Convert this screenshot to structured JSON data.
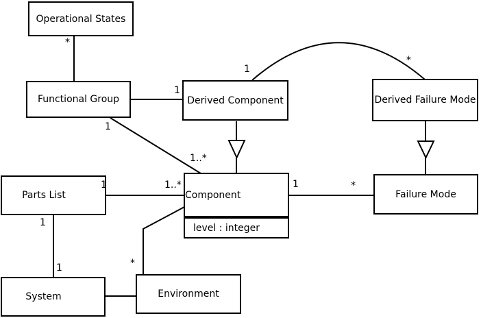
{
  "diagram": {
    "type": "uml-class-diagram",
    "colors": {
      "background": "#ffffff",
      "line": "#000000",
      "text": "#000000"
    },
    "nodes": {
      "operational_states": {
        "label": "Operational States"
      },
      "functional_group": {
        "label": "Functional Group"
      },
      "derived_component": {
        "label": "Derived Component"
      },
      "derived_failure_mode": {
        "label": "Derived Failure Mode"
      },
      "parts_list": {
        "label": "Parts List"
      },
      "component": {
        "label": "Component",
        "attributes": [
          "level : integer"
        ]
      },
      "failure_mode": {
        "label": "Failure Mode"
      },
      "system": {
        "label": "System"
      },
      "environment": {
        "label": "Environment"
      }
    },
    "edges": [
      {
        "from": "operational_states",
        "to": "functional_group",
        "type": "association",
        "from_label": "*"
      },
      {
        "from": "functional_group",
        "to": "derived_component",
        "type": "association",
        "to_label": "1"
      },
      {
        "from": "functional_group",
        "to": "component",
        "type": "association",
        "from_label": "1",
        "to_label": "1..*"
      },
      {
        "from": "derived_component",
        "to": "derived_failure_mode",
        "type": "association",
        "from_label": "1",
        "to_label": "*"
      },
      {
        "from": "derived_component",
        "to": "component",
        "type": "generalization"
      },
      {
        "from": "derived_failure_mode",
        "to": "failure_mode",
        "type": "generalization"
      },
      {
        "from": "component",
        "to": "failure_mode",
        "type": "association",
        "from_label": "1",
        "to_label": "*"
      },
      {
        "from": "parts_list",
        "to": "component",
        "type": "association",
        "from_label": "1",
        "to_label": "1..*"
      },
      {
        "from": "parts_list",
        "to": "system",
        "type": "association",
        "from_label": "1",
        "to_label": "1"
      },
      {
        "from": "component",
        "to": "environment",
        "type": "association",
        "to_label": "*"
      },
      {
        "from": "system",
        "to": "environment",
        "type": "association"
      }
    ]
  }
}
